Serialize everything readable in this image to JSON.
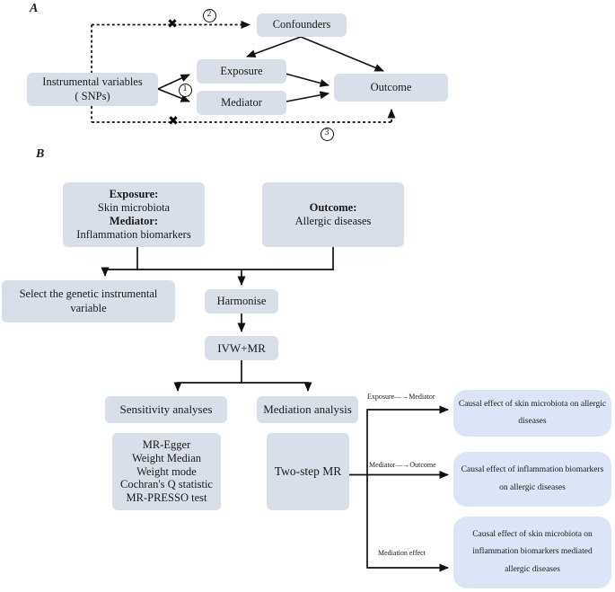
{
  "colors": {
    "box_gray": "#d9dfe9",
    "box_blue": "#dbe5f5",
    "line": "#1a1a1a"
  },
  "panelA": {
    "label": "A",
    "boxes": {
      "instrumental_line1": "Instrumental variables",
      "instrumental_line2": "( SNPs)",
      "exposure": "Exposure",
      "mediator": "Mediator",
      "confounders": "Confounders",
      "outcome": "Outcome"
    },
    "annotations": {
      "circle1": "1",
      "circle2": "2",
      "circle3": "3",
      "cross": "✖"
    }
  },
  "panelB": {
    "label": "B",
    "exp_box": {
      "h1": "Exposure:",
      "t1": "Skin microbiota",
      "h2": "Mediator:",
      "t2": "Inflammation biomarkers"
    },
    "outcome_box": {
      "h1": "Outcome:",
      "t1": "Allergic diseases"
    },
    "select_box_line1": "Select the genetic instrumental",
    "select_box_line2": "variable",
    "harmonise": "Harmonise",
    "ivw": "IVW+MR",
    "sensitivity": "Sensitivity analyses",
    "mediation": "Mediation analysis",
    "sensitivity_items": [
      "MR-Egger",
      "Weight Median",
      "Weight mode",
      "Cochran's Q statistic",
      "MR-PRESSO test"
    ],
    "two_step": "Two-step MR",
    "branch_labels": [
      "Exposure—→Mediator",
      "Mediator—→Outcome",
      "Mediation effect"
    ],
    "results": [
      {
        "lines": [
          "Causal effect of skin microbiota on allergic",
          "diseases"
        ]
      },
      {
        "lines": [
          "Causal effect of inflammation biomarkers",
          "on allergic diseases"
        ]
      },
      {
        "lines": [
          "Causal effect of skin microbiota on",
          "inflammation biomarkers  mediated",
          "allergic diseases"
        ]
      }
    ]
  }
}
